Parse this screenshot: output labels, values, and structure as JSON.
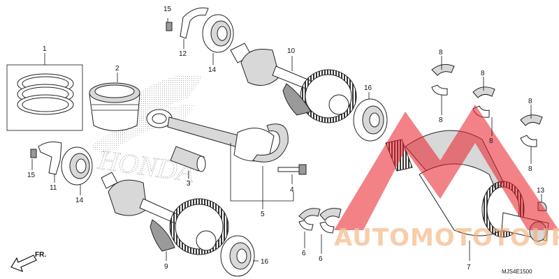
{
  "diagram_code": "MJS4E1500",
  "direction_label": "FR.",
  "watermark": {
    "text": "AUTOMOTOTOUR",
    "color": "#e8202a",
    "accent": "#f0a060"
  },
  "parts": [
    {
      "key": "p1",
      "num": "1"
    },
    {
      "key": "p2",
      "num": "2"
    },
    {
      "key": "p3",
      "num": "3"
    },
    {
      "key": "p4",
      "num": "4"
    },
    {
      "key": "p5",
      "num": "5"
    },
    {
      "key": "p6a",
      "num": "6"
    },
    {
      "key": "p6b",
      "num": "6"
    },
    {
      "key": "p7",
      "num": "7"
    },
    {
      "key": "p8a",
      "num": "8"
    },
    {
      "key": "p8b",
      "num": "8"
    },
    {
      "key": "p8c",
      "num": "8"
    },
    {
      "key": "p8d",
      "num": "8"
    },
    {
      "key": "p8e",
      "num": "8"
    },
    {
      "key": "p8f",
      "num": "8"
    },
    {
      "key": "p9",
      "num": "9"
    },
    {
      "key": "p10",
      "num": "10"
    },
    {
      "key": "p11",
      "num": "11"
    },
    {
      "key": "p12",
      "num": "12"
    },
    {
      "key": "p13",
      "num": "13"
    },
    {
      "key": "p14a",
      "num": "14"
    },
    {
      "key": "p14b",
      "num": "14"
    },
    {
      "key": "p15a",
      "num": "15"
    },
    {
      "key": "p15b",
      "num": "15"
    },
    {
      "key": "p16a",
      "num": "16"
    },
    {
      "key": "p16b",
      "num": "16"
    }
  ]
}
